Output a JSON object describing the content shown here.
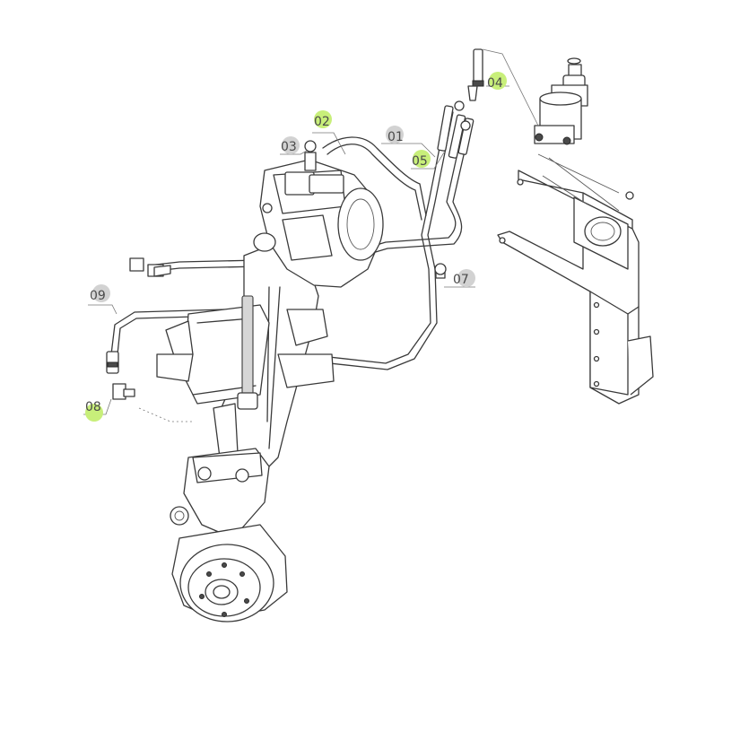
{
  "callouts": [
    {
      "id": "c01",
      "label": "01",
      "highlight": false
    },
    {
      "id": "c02",
      "label": "02",
      "highlight": true
    },
    {
      "id": "c03",
      "label": "03",
      "highlight": false
    },
    {
      "id": "c04",
      "label": "04",
      "highlight": true
    },
    {
      "id": "c05",
      "label": "05",
      "highlight": true
    },
    {
      "id": "c07",
      "label": "07",
      "highlight": false
    },
    {
      "id": "c08",
      "label": "08",
      "highlight": true
    },
    {
      "id": "c09",
      "label": "09",
      "highlight": false
    }
  ],
  "colors": {
    "highlight": "#c8ef7a",
    "plain": "#d2d2d2",
    "line": "#3a3a3a"
  }
}
